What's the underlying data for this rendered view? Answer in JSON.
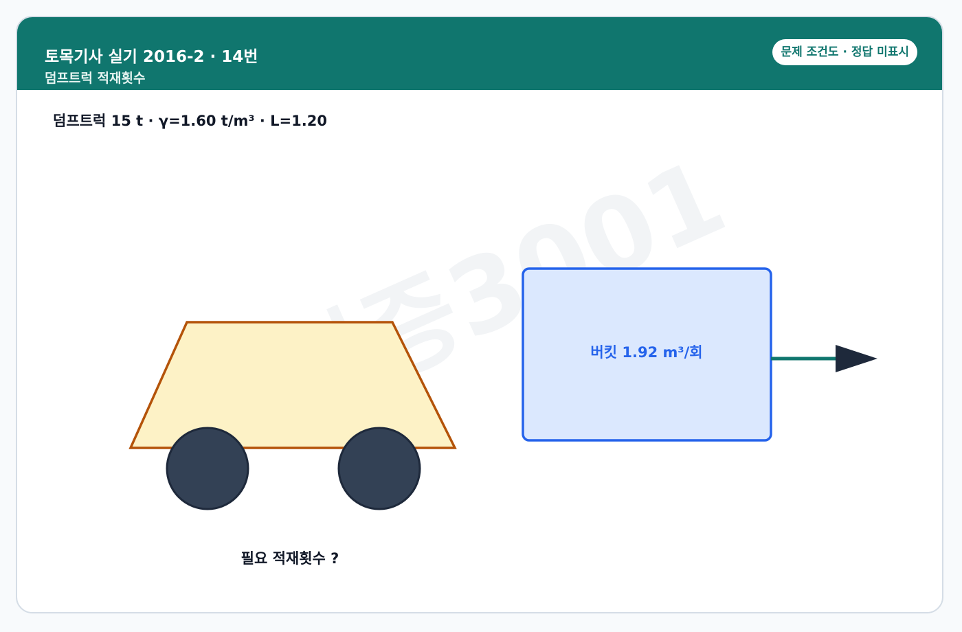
{
  "header": {
    "title": "토목기사 실기 2016-2 · 14번",
    "subtitle": "덤프트럭 적재횟수",
    "badge": "문제 조건도 · 정답 미표시"
  },
  "condition": "덤프트럭 15 t · γ=1.60 t/m³ · L=1.20",
  "figure": {
    "watermark": "자격증3001",
    "bucket_label": "버킷 1.92 m³/회",
    "question": "필요 적재횟수 ?"
  },
  "colors": {
    "header": "#10766e",
    "truck_body_fill": "#fdf2c6",
    "truck_body_stroke": "#b45309",
    "wheel": "#334155",
    "bucket_fill": "#dbe8fe",
    "bucket_stroke": "#2563eb",
    "arrow_line": "#10766e",
    "arrow_head": "#1e293b"
  }
}
